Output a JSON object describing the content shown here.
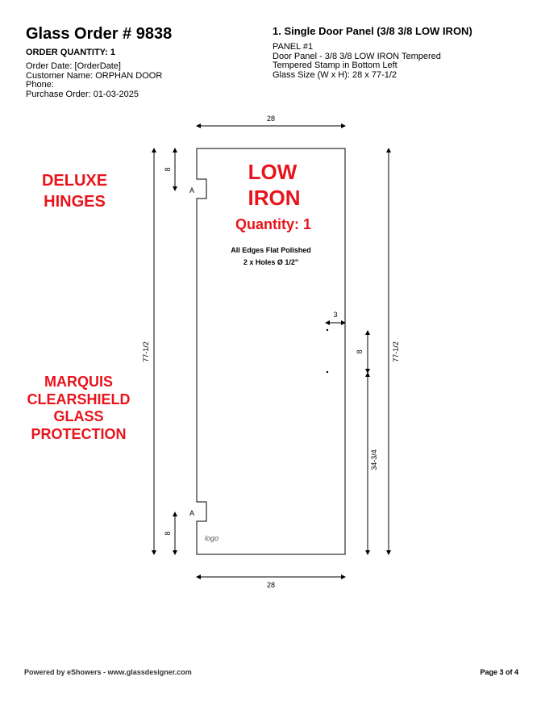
{
  "header": {
    "title": "Glass Order # 9838",
    "order_quantity": "ORDER QUANTITY: 1",
    "order_date": "Order Date: [OrderDate]",
    "customer_name": "Customer Name: ORPHAN DOOR",
    "phone": "Phone:",
    "purchase_order": "Purchase Order: 01-03-2025"
  },
  "panel": {
    "title": "1. Single Door Panel (3/8 3/8 LOW IRON)",
    "number": "PANEL #1",
    "description": "Door Panel - 3/8 3/8 LOW IRON Tempered",
    "stamp": "Tempered Stamp in Bottom Left",
    "size": "Glass Size (W x H): 28 x 77-1/2"
  },
  "notes": {
    "hinges": [
      "DELUXE",
      "HINGES"
    ],
    "protection": [
      "MARQUIS",
      "CLEARSHIELD",
      "GLASS",
      "PROTECTION"
    ]
  },
  "drawing": {
    "glass_type": [
      "LOW",
      "IRON"
    ],
    "quantity": "Quantity: 1",
    "edges": "All Edges Flat Polished",
    "holes": "2 x Holes Ø 1/2\"",
    "width_top": "28",
    "width_bottom": "28",
    "height_left": "77-1/2",
    "height_right": "77-1/2",
    "hinge_top_offset": "8",
    "hinge_bottom_offset": "8",
    "hinge_label_top": "A",
    "hinge_label_bottom": "A",
    "hole_edge_offset": "3",
    "hole_spacing": "8",
    "hole_height": "34-3/4",
    "logo": "logo"
  },
  "footer": {
    "powered_by": "Powered by eShowers - www.glassdesigner.com",
    "page": "Page 3 of 4"
  }
}
